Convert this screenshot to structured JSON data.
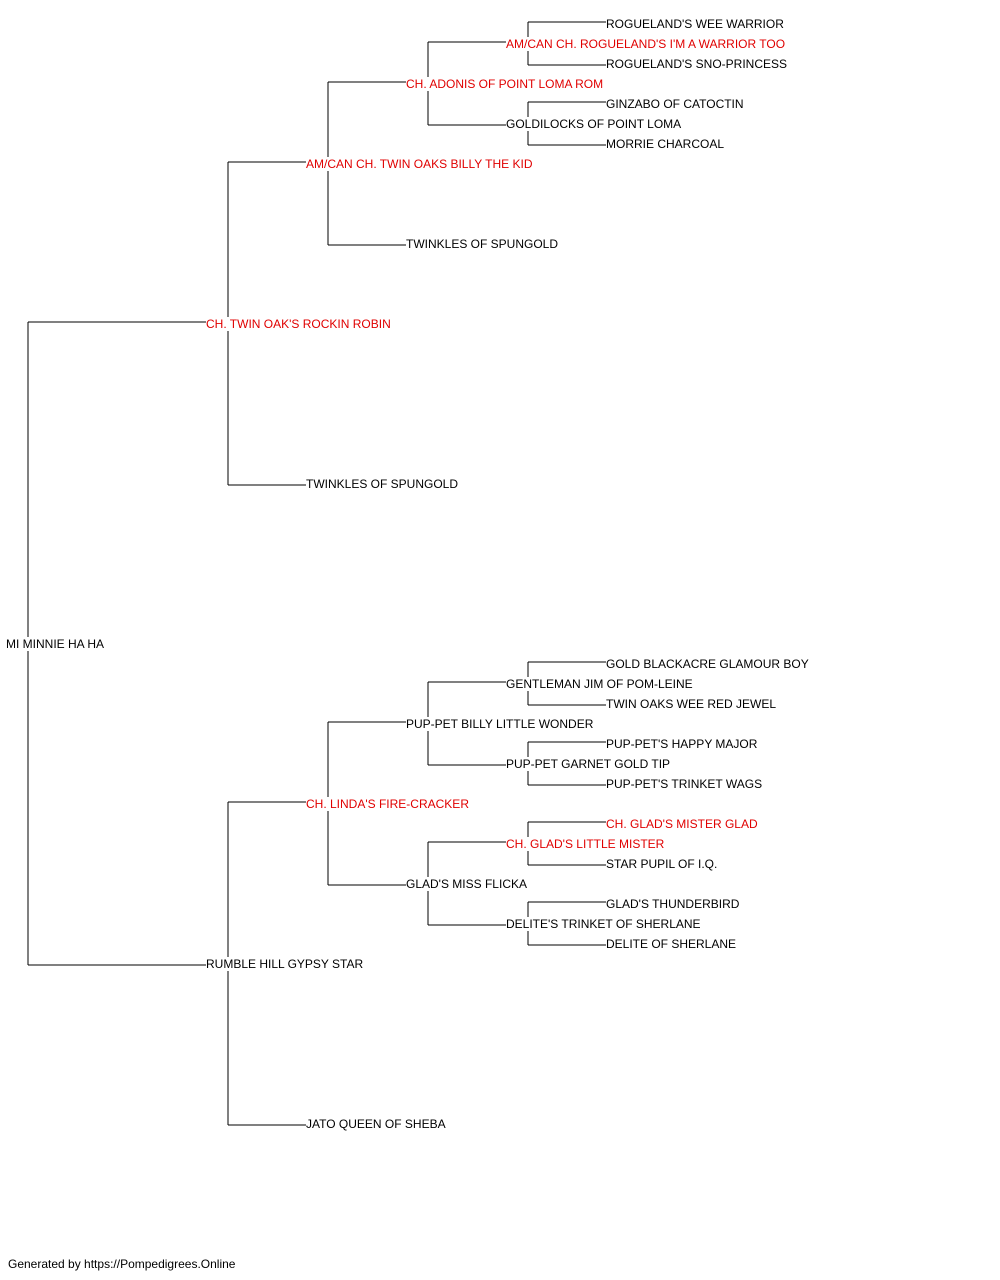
{
  "colors": {
    "champion": "#e00000",
    "normal": "#000000",
    "line": "#000000"
  },
  "pedigree": {
    "subject": {
      "name": "MI MINNIE HA HA",
      "champion": false
    },
    "sire": {
      "name": "CH. TWIN OAK'S ROCKIN ROBIN",
      "champion": true
    },
    "dam": {
      "name": "RUMBLE HILL GYPSY STAR",
      "champion": false
    },
    "sire_sire": {
      "name": "AM/CAN CH. TWIN OAKS BILLY THE KID",
      "champion": true
    },
    "sire_dam": {
      "name": "TWINKLES OF SPUNGOLD",
      "champion": false
    },
    "dam_sire": {
      "name": "CH. LINDA'S FIRE-CRACKER",
      "champion": true
    },
    "dam_dam": {
      "name": "JATO QUEEN OF SHEBA",
      "champion": false
    },
    "sss": {
      "name": "CH. ADONIS OF POINT LOMA ROM",
      "champion": true
    },
    "ssd": {
      "name": "TWINKLES OF SPUNGOLD",
      "champion": false
    },
    "dss": {
      "name": "PUP-PET BILLY LITTLE WONDER",
      "champion": false
    },
    "dsd": {
      "name": "GLAD'S MISS FLICKA",
      "champion": false
    },
    "ssss": {
      "name": "AM/CAN CH. ROGUELAND'S I'M A WARRIOR TOO",
      "champion": true
    },
    "sssd": {
      "name": "GOLDILOCKS OF POINT LOMA",
      "champion": false
    },
    "dsss": {
      "name": "GENTLEMAN JIM OF POM-LEINE",
      "champion": false
    },
    "dssd": {
      "name": "PUP-PET GARNET GOLD TIP",
      "champion": false
    },
    "dsds": {
      "name": "CH. GLAD'S LITTLE MISTER",
      "champion": true
    },
    "dsdd": {
      "name": "DELITE'S TRINKET OF SHERLANE",
      "champion": false
    },
    "sssss": {
      "name": "ROGUELAND'S WEE WARRIOR",
      "champion": false
    },
    "ssssd": {
      "name": "ROGUELAND'S SNO-PRINCESS",
      "champion": false
    },
    "sssds": {
      "name": "GINZABO OF CATOCTIN",
      "champion": false
    },
    "sssdd": {
      "name": "MORRIE CHARCOAL",
      "champion": false
    },
    "dssss": {
      "name": "GOLD BLACKACRE GLAMOUR BOY",
      "champion": false
    },
    "dsssd": {
      "name": "TWIN OAKS WEE RED JEWEL",
      "champion": false
    },
    "dssds": {
      "name": "PUP-PET'S HAPPY MAJOR",
      "champion": false
    },
    "dssdd": {
      "name": "PUP-PET'S TRINKET WAGS",
      "champion": false
    },
    "dsdss": {
      "name": "CH. GLAD'S MISTER GLAD",
      "champion": true
    },
    "dsdsd": {
      "name": "STAR PUPIL OF I.Q.",
      "champion": false
    },
    "dsdds": {
      "name": "GLAD'S THUNDERBIRD",
      "champion": false
    },
    "dsddd": {
      "name": "DELITE OF SHERLANE",
      "champion": false
    }
  },
  "footer": "Generated by https://Pompedigrees.Online"
}
